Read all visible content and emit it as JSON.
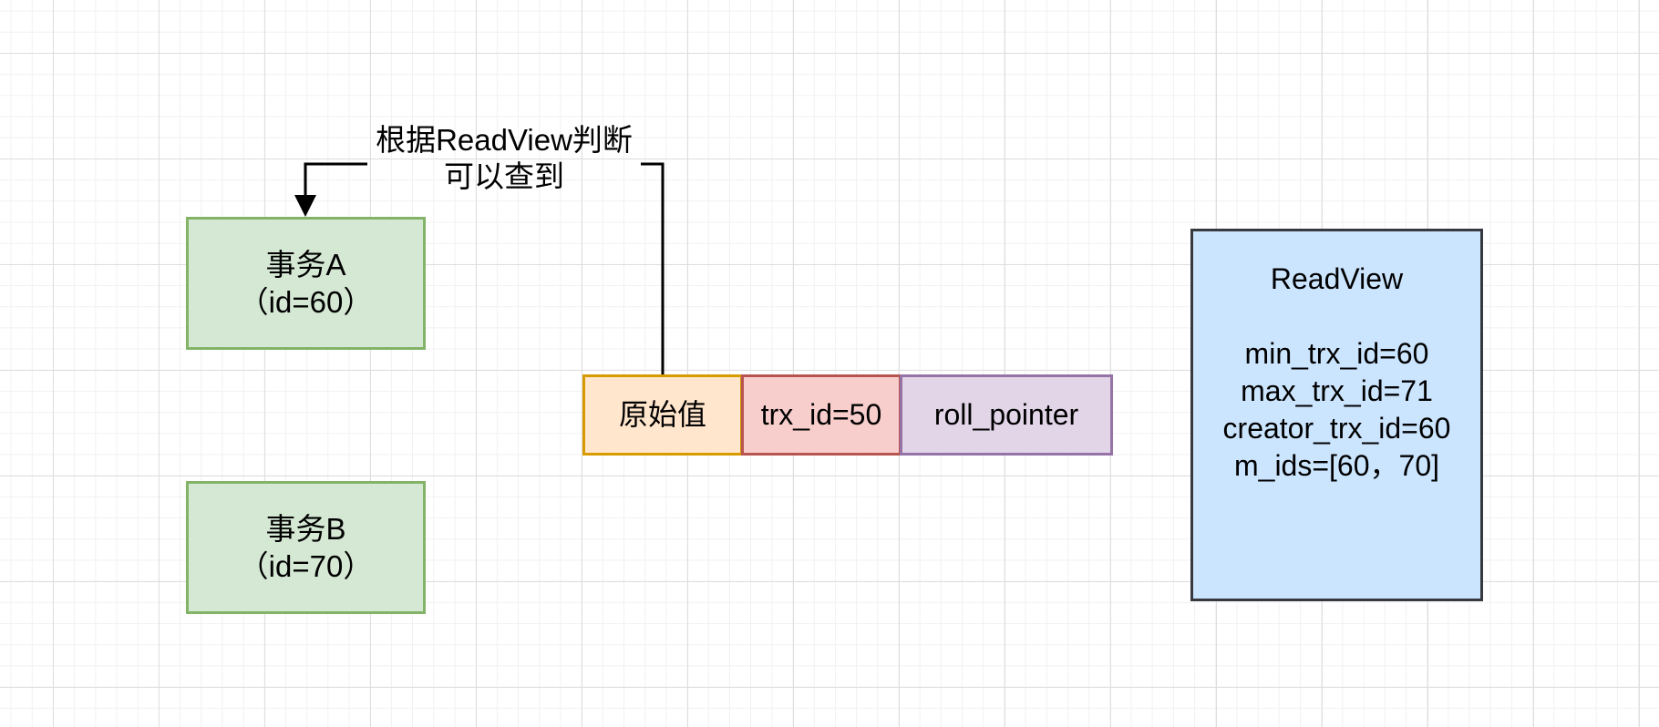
{
  "transactions": [
    {
      "name": "事务A",
      "id_label": "（id=60）"
    },
    {
      "name": "事务B",
      "id_label": "（id=70）"
    }
  ],
  "record": {
    "original_value": "原始值",
    "trx_id": "trx_id=50",
    "roll_pointer": "roll_pointer"
  },
  "edge": {
    "label_line1": "根据ReadView判断",
    "label_line2": "可以查到"
  },
  "readview": {
    "title": "ReadView",
    "lines": [
      "min_trx_id=60",
      "max_trx_id=71",
      "creator_trx_id=60",
      "m_ids=[60，70]"
    ]
  },
  "colors": {
    "transaction_fill": "#d5e8d4",
    "transaction_stroke": "#82b366",
    "original_fill": "#ffe6cc",
    "original_stroke": "#d79b00",
    "trx_fill": "#f8cecc",
    "trx_stroke": "#b85450",
    "roll_fill": "#e1d5e7",
    "roll_stroke": "#9673a6",
    "readview_fill": "#cce5ff",
    "readview_stroke": "#36393d"
  }
}
